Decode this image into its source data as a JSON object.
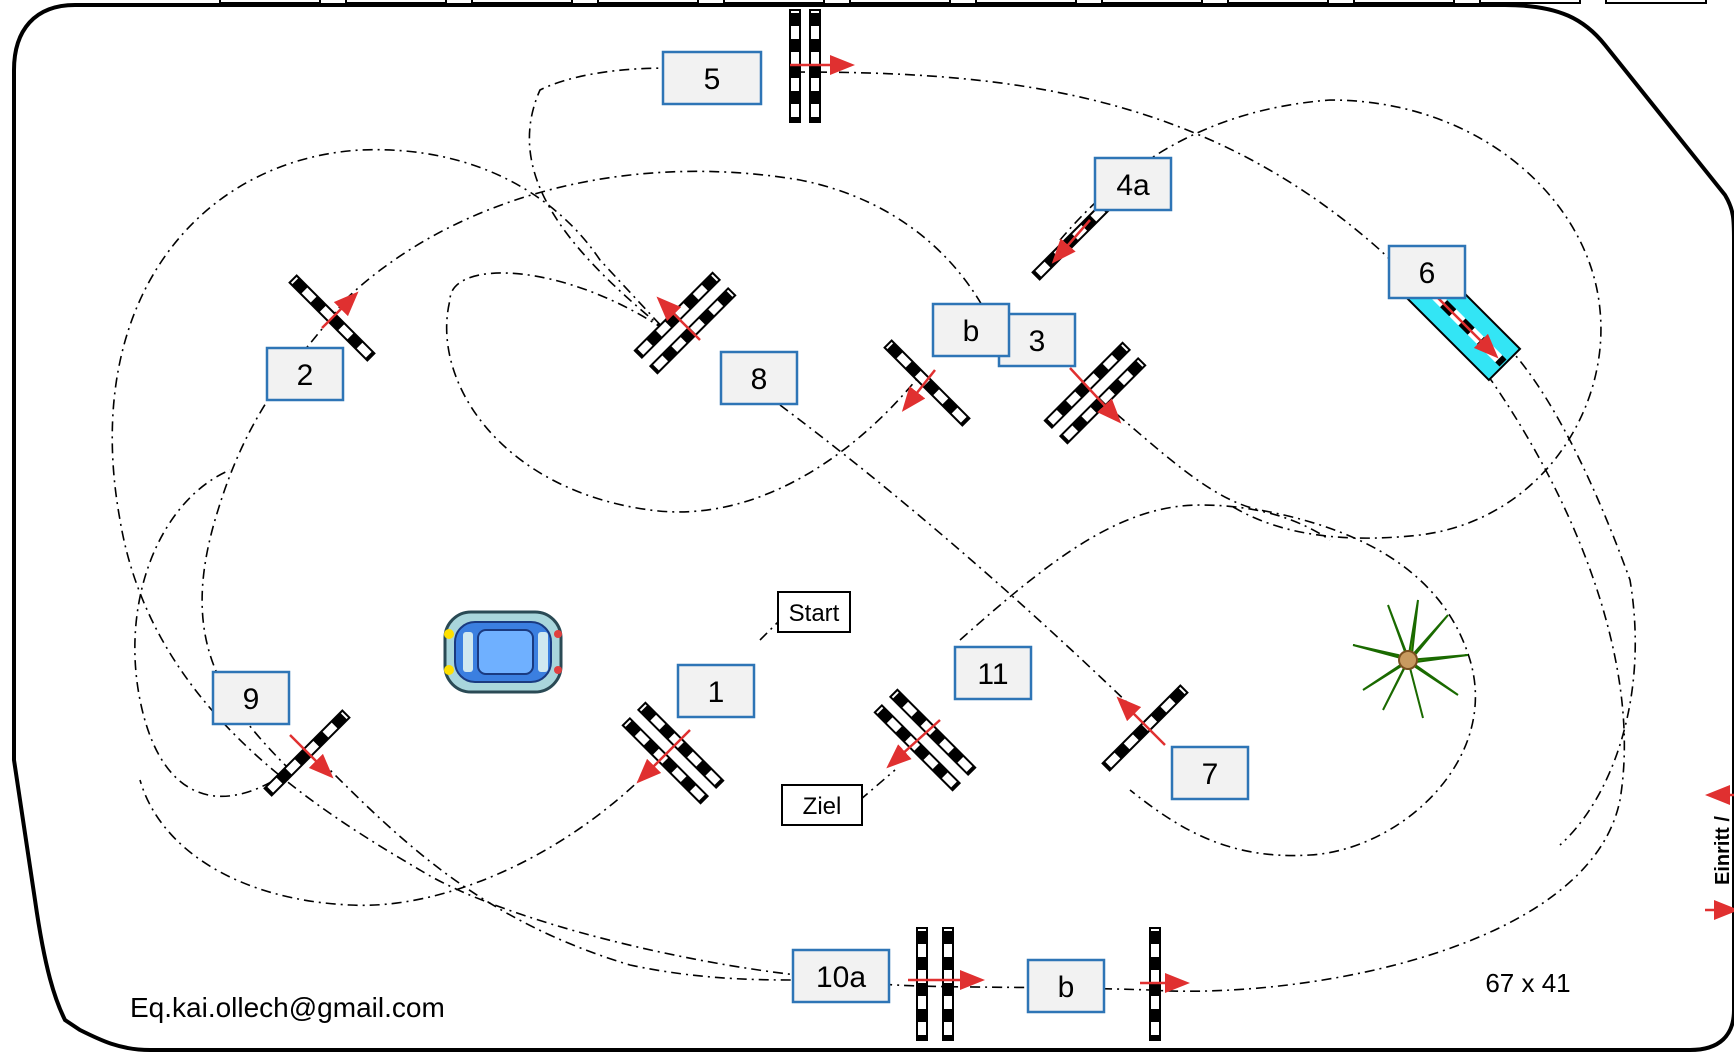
{
  "arena": {
    "size_label": "67 x 41",
    "email": "Eq.kai.ollech@gmail.com",
    "side_label": "Einritt /"
  },
  "obstacles": [
    {
      "id": "5",
      "label": "5"
    },
    {
      "id": "4a",
      "label": "4a"
    },
    {
      "id": "6",
      "label": "6"
    },
    {
      "id": "2",
      "label": "2"
    },
    {
      "id": "8",
      "label": "8"
    },
    {
      "id": "3b",
      "label": "b"
    },
    {
      "id": "3",
      "label": "3"
    },
    {
      "id": "9",
      "label": "9"
    },
    {
      "id": "1",
      "label": "1"
    },
    {
      "id": "11",
      "label": "11"
    },
    {
      "id": "7",
      "label": "7"
    },
    {
      "id": "10a",
      "label": "10a"
    },
    {
      "id": "10b",
      "label": "b"
    }
  ],
  "markers": {
    "start": "Start",
    "finish": "Ziel"
  },
  "colors": {
    "label_border": "#2e75b6",
    "label_fill": "#f2f2f2",
    "arrow": "#e03030",
    "water_jump": "#33e5f5",
    "path": "#000000"
  },
  "icons": [
    "car-icon",
    "palm-tree-icon"
  ]
}
